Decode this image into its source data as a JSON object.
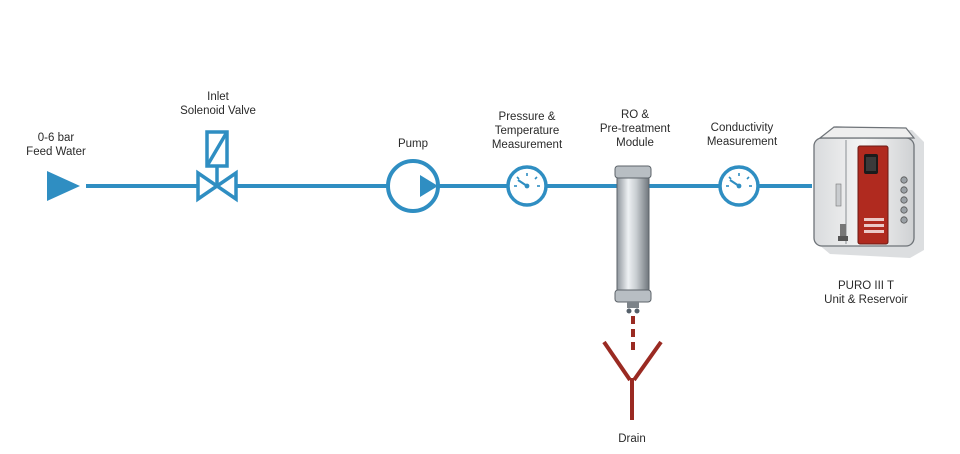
{
  "colors": {
    "pipe": "#2f8ec2",
    "drain": "#9a2a22",
    "unit_red": "#b02a1f"
  },
  "labels": {
    "feed_line1": "0-6 bar",
    "feed_line2": "Feed Water",
    "valve_line1": "Inlet",
    "valve_line2": "Solenoid Valve",
    "pump": "Pump",
    "pressure_line1": "Pressure &",
    "pressure_line2": "Temperature",
    "pressure_line3": "Measurement",
    "ro_line1": "RO &",
    "ro_line2": "Pre-treatment",
    "ro_line3": "Module",
    "cond_line1": "Conductivity",
    "cond_line2": "Measurement",
    "unit_line1": "PURO III T",
    "unit_line2": "Unit & Reservoir",
    "drain": "Drain"
  },
  "icons": [
    "feed-arrow-icon",
    "solenoid-valve-icon",
    "pump-icon",
    "pressure-gauge-icon",
    "ro-module-icon",
    "conductivity-gauge-icon",
    "puro-unit-icon",
    "drain-icon"
  ]
}
